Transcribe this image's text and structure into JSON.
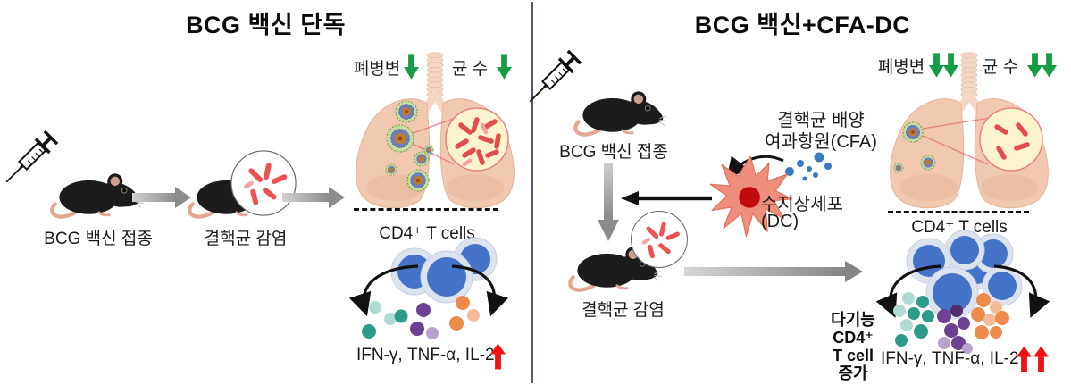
{
  "left": {
    "title": "BCG 백신 단독",
    "step1_label": "BCG 백신 접종",
    "step2_label": "결핵균 감염",
    "lung_lesion_label": "폐병변",
    "bacteria_count_label": "균 수",
    "tcell_label": "CD4⁺ T cells",
    "cytokines_label": "IFN-γ, TNF-α, IL-2"
  },
  "right": {
    "title": "BCG 백신+CFA-DC",
    "step1_label": "BCG 백신 접종",
    "cfa_line1": "결핵균 배양",
    "cfa_line2": "여과항원(CFA)",
    "dc_line1": "수지상세포",
    "dc_line2": "(DC)",
    "step2_label": "결핵균 감염",
    "lung_lesion_label": "폐병변",
    "bacteria_count_label": "균 수",
    "tcell_label": "CD4⁺ T cells",
    "poly_line1": "다기능",
    "poly_line2": "CD4⁺",
    "poly_line3": "T cell",
    "poly_line4": "증가",
    "cytokines_label": "IFN-γ, TNF-α, IL-2"
  },
  "colors": {
    "decrease_arrow_green": "#169c46",
    "increase_arrow_red": "#ee1212",
    "divider_slate": "#4e5b6e",
    "tcell_blue": "#4473c7",
    "tcell_ring": "#dde3ee",
    "dc_salmon": "#ef8e7a",
    "dc_nucleus_red": "#c00c0c",
    "cfa_blue": "#3a7ac2",
    "lung_peach": "#f1c8b0",
    "bacteria_red": "#e44b4b"
  }
}
